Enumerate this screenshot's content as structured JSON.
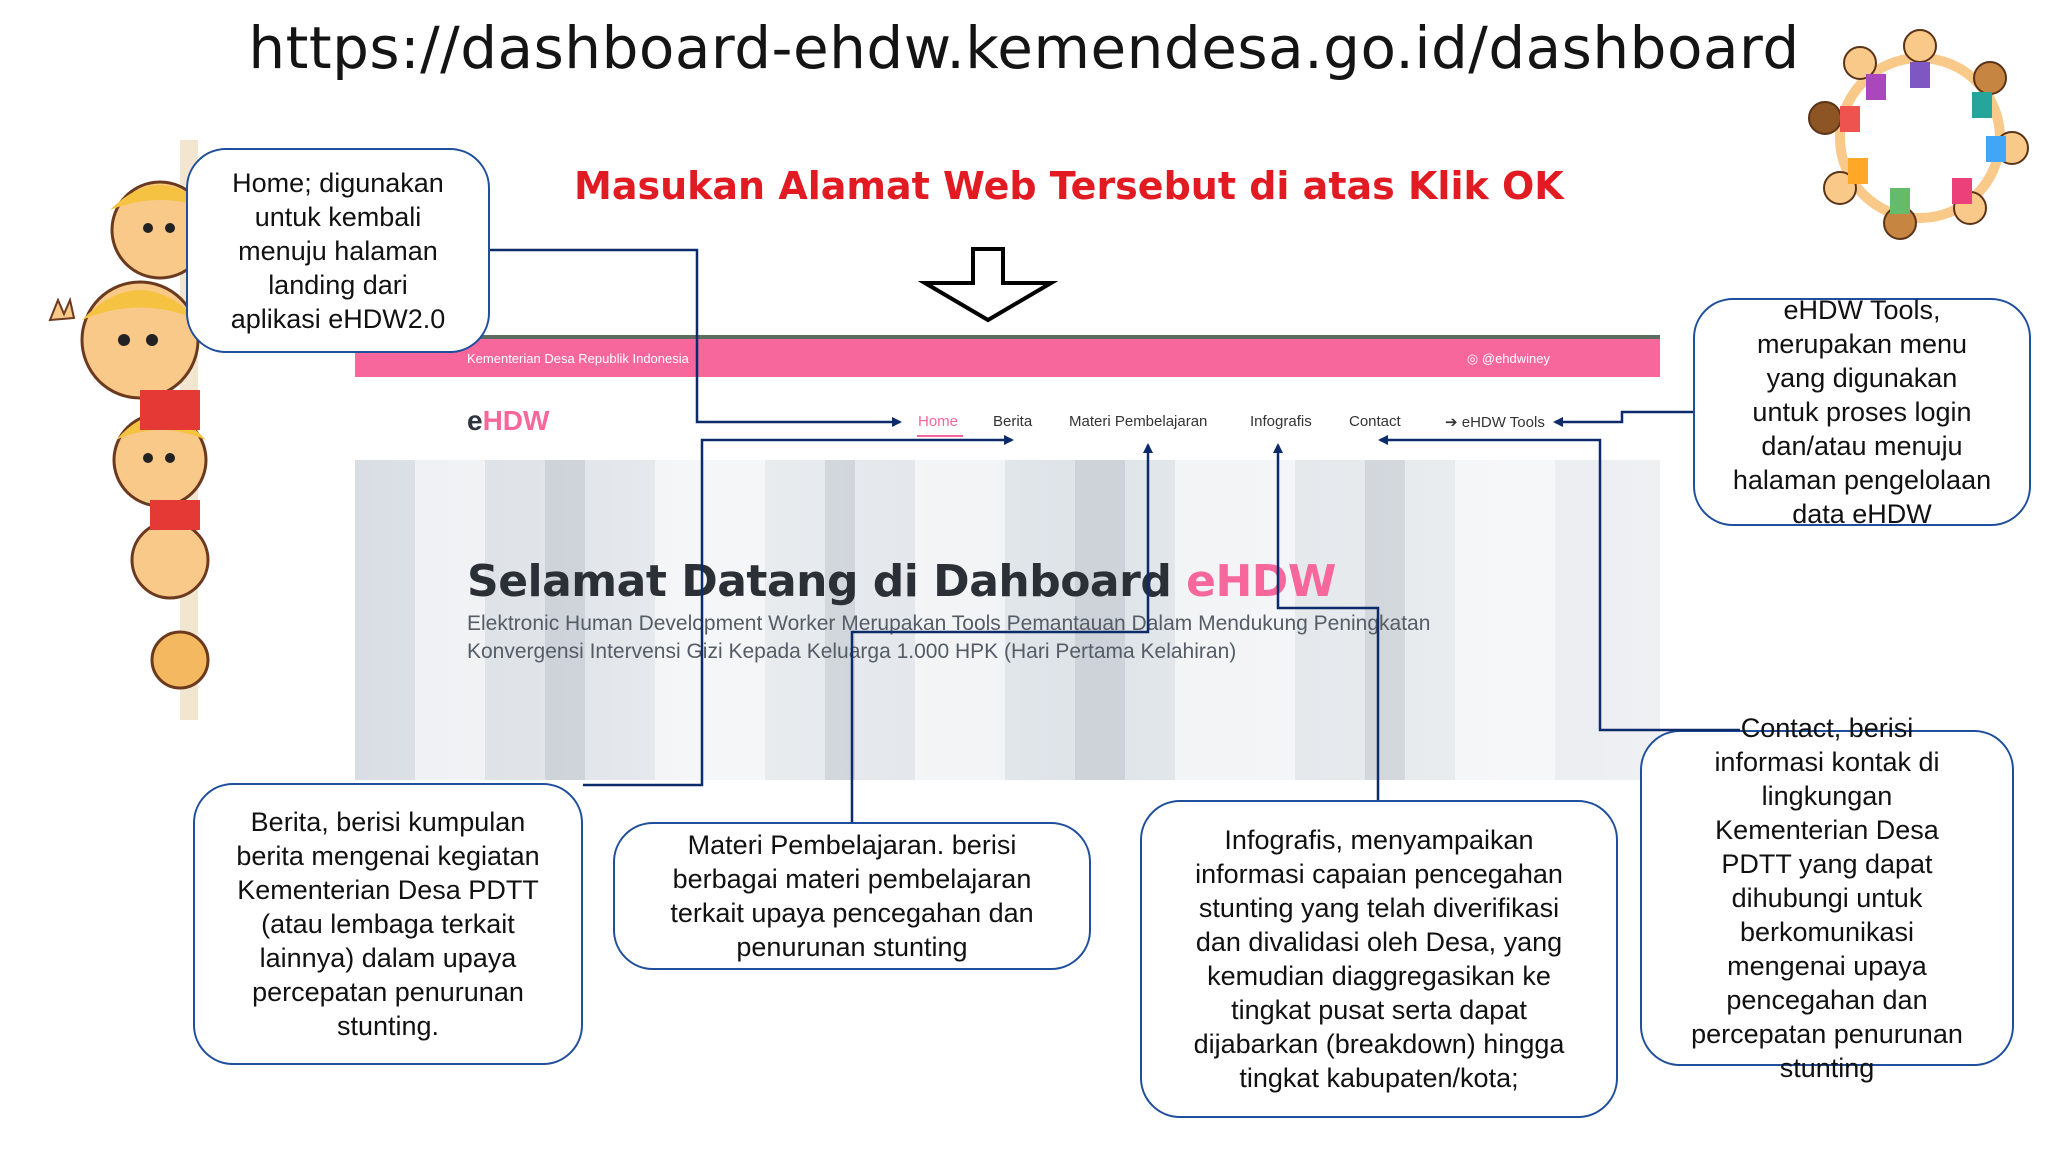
{
  "header": {
    "url": "https://dashboard-ehdw.kemendesa.go.id/dashboard",
    "instruction": "Masukan Alamat Web Tersebut di atas Klik OK"
  },
  "website": {
    "topbar": {
      "org_name": "Kementerian Desa Republik Indonesia",
      "social": "@ehdwiney"
    },
    "logo": {
      "e": "e",
      "rest": "HDW"
    },
    "nav": [
      {
        "label": "Home",
        "active": true
      },
      {
        "label": "Berita"
      },
      {
        "label": "Materi Pembelajaran"
      },
      {
        "label": "Infografis"
      },
      {
        "label": "Contact"
      },
      {
        "label": "➔ eHDW Tools"
      }
    ],
    "hero": {
      "title": "Selamat Datang di Dahboard ",
      "title_highlight": "eHDW",
      "subtitle": "Elektronic Human Development Worker Merupakan Tools Pemantauan Dalam Mendukung Peningkatan\nKonvergensi Intervensi Gizi Kepada Keluarga 1.000 HPK (Hari Pertama Kelahiran)"
    }
  },
  "callouts": {
    "home": "Home;  digunakan\nuntuk kembali\nmenuju halaman\nlanding dari\naplikasi eHDW2.0",
    "tools": "eHDW Tools,\nmerupakan menu\nyang digunakan\nuntuk proses login\ndan/atau menuju\nhalaman pengelolaan\ndata eHDW",
    "berita": "Berita, berisi kumpulan\nberita mengenai kegiatan\nKementerian Desa PDTT\n(atau lembaga terkait\nlainnya) dalam upaya\npercepatan penurunan\nstunting.",
    "materi": "Materi Pembelajaran. berisi\nberbagai materi pembelajaran\nterkait upaya pencegahan dan\npenurunan stunting",
    "infografis": "Infografis, menyampaikan\ninformasi capaian pencegahan\nstunting yang telah diverifikasi\ndan divalidasi oleh Desa, yang\nkemudian diaggregasikan ke\ntingkat pusat serta dapat\ndijabarkan (breakdown) hingga\ntingkat kabupaten/kota;",
    "contact": "Contact, berisi\ninformasi kontak di\nlingkungan\nKementerian Desa\nPDTT yang dapat\ndihubungi untuk\nberkomunikasi\nmengenai upaya\npencegahan dan\npercepatan penurunan\nstunting"
  },
  "colors": {
    "accent_pink": "#f7679c",
    "arrow_navy": "#0d2a6b",
    "instruction_red": "#e21b23",
    "callout_border": "#1f4e9c"
  },
  "icons": [
    "down-arrow-icon",
    "instagram-icon",
    "children-circle-illustration",
    "peeking-kids-illustration"
  ]
}
